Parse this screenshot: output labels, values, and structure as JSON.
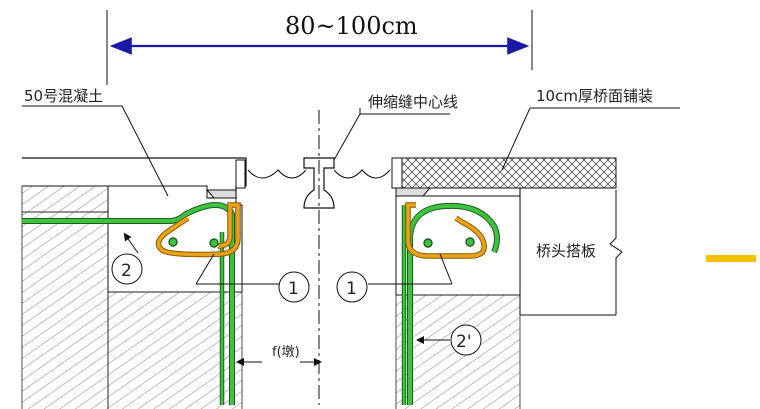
{
  "dimension": {
    "text": "80~100cm",
    "color": "#1a1aa6"
  },
  "labels": {
    "concrete": "50号混凝土",
    "joint_centerline": "伸缩缝中心线",
    "deck_pavement": "10cm厚桥面铺装",
    "approach_slab": "桥头搭板",
    "gap": "f(墩)"
  },
  "rebar_tags": {
    "left_2": "2",
    "left_1": "1",
    "right_1": "1",
    "right_2p": "2'"
  },
  "colors": {
    "rebar_green": "#3fc23f",
    "rebar_outline": "#1f5a1f",
    "stirrup_orange": "#e9a21c",
    "hatch": "#555555",
    "legend_bar": "#f2c200"
  }
}
